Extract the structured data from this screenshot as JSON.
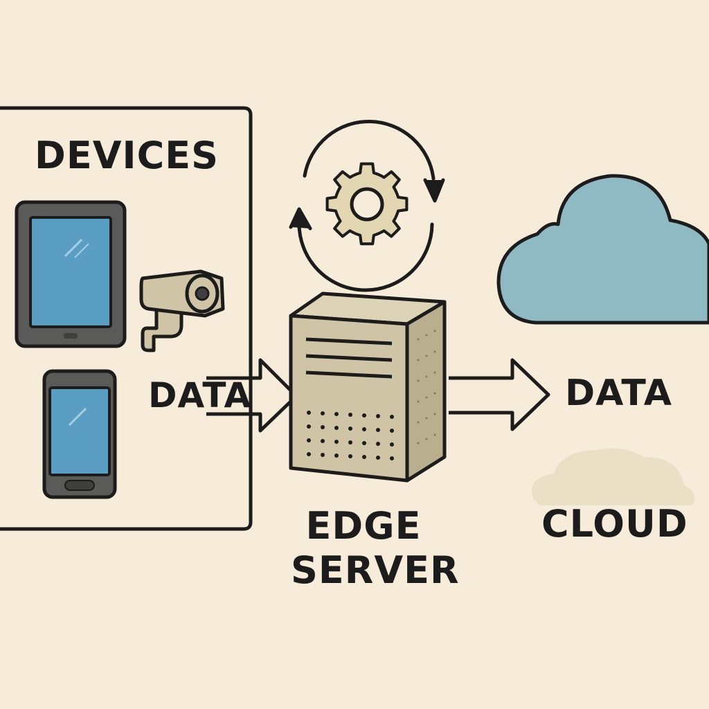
{
  "diagram": {
    "devices_title": "DEVICES",
    "data_in_label": "DATA",
    "edge_server_line1": "EDGE",
    "edge_server_line2": "SERVER",
    "data_out_label": "DATA",
    "cloud_label": "CLOUD"
  },
  "colors": {
    "background": "#f6ecd9",
    "ink": "#1c1c1c",
    "screen_blue": "#5b9ec4",
    "device_gray": "#5a5a58",
    "server_beige": "#cfc5a6",
    "cloud_blue": "#8fb9c3",
    "faint_cloud": "#e8dcc0"
  },
  "icons": [
    "tablet-icon",
    "security-camera-icon",
    "smartphone-icon",
    "gear-icon",
    "sync-arrows-icon",
    "server-icon",
    "cloud-icon"
  ]
}
